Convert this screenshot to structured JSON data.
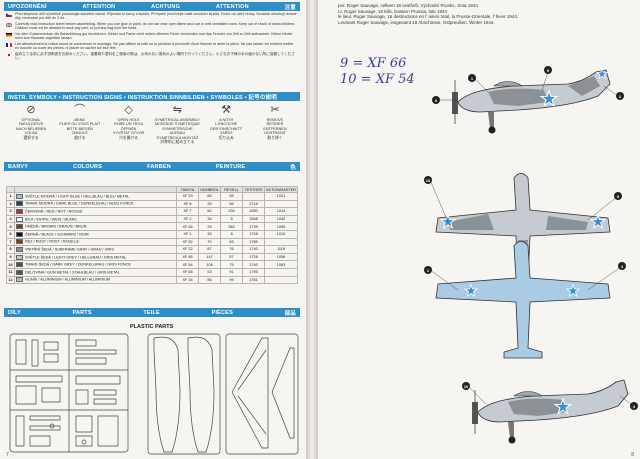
{
  "left": {
    "band_warning": [
      "UPOZORNĚNÍ",
      "ATTENTION",
      "ACHTUNG",
      "ATTENTION",
      "注意"
    ],
    "warnings": [
      {
        "text": "Před slepením dílů si pečlivě prostudujte stavební návod. Připravte si barvy a lepidla. Při lepení používejte malé množství lepidla. Pozor na ostré hrany. Součásti obsahují drobné díly, nevhodné pro děti do 3 let.",
        "colors": [
          "#ffffff",
          "#d7141a",
          "#11457e"
        ]
      },
      {
        "text": "Carefully read instruction sheet before assembling. When you use glue or paint, do not use near open flame and use in well ventilated room. Keep out of reach of small children. Children must not be allowed to suck any part, or pull any bag over the head.",
        "colors": [
          "#012169",
          "#c8102e",
          "#ffffff"
        ]
      },
      {
        "text": "Vor dem Zusammenbau die Bauanleitung gut durchlesen. Kleber und Farbe nicht neben offenem Feuer verwenden und das Fenster von Zeit zu Zeit aufmachen. Kleine Kinder nicht zum Bausatz zugreifen lassen.",
        "colors": [
          "#000000",
          "#dd0000",
          "#ffce00"
        ]
      },
      {
        "text": "Lire attentivement la notice avant de commencer le montage. Ne pas utiliser la colle ou la peinture à proximité d'une flamme et aérer la pièce. Ne pas laisser les enfants mettre en bouche ou sucer les pièces, ni placer un sachet sur leur tête.",
        "colors": [
          "#002395",
          "#ffffff",
          "#ed2939"
        ]
      },
      {
        "text": "組み立てる前に必ず説明書をお読みください。接着剤や塗料をご使用の際は、火気のない換気のよい場所で行ってください。小さなお子様の手の届かない所に保管してください。",
        "colors": [
          "#ffffff",
          "#bc002d",
          "#ffffff"
        ]
      }
    ],
    "band_symbols": "INSTR. SYMBOLY • INSTRUCTION SIGNS • INSTRUKTION SINNBILDEN • SYMBOLES • 記号の説明",
    "symbols": [
      {
        "icon": "⊘",
        "label": "OPTIONAL\nFAKULTATIVE\nNACH BELIEBEN\nVOLBA\n選択する"
      },
      {
        "icon": "⌒",
        "label": "BEND\nPLIER OU VOUS PLAIT\nBITTE BIEGEN\nOHNOUT\n曲げる"
      },
      {
        "icon": "◇",
        "label": "OPEN HOLE\nFAIRE UN TROU\nÖFFNEN\nVYVRTAT OTVOR\n穴を開ける"
      },
      {
        "icon": "⇋",
        "label": "SYMETRICAL ASSEMBLY\nMONTAGE SYMÉTRIQUE\nSYMMETRISCHE AUFBAU\nSYMETRICKÁ MONTÁŽ\n対称的に組み立てる"
      },
      {
        "icon": "⚒",
        "label": "A NOTH\nL'ENCOCHE\nDER EINSCHNITT\nZÁŘEZ\n切り込み"
      },
      {
        "icon": "✂",
        "label": "REMOVE\nRETIRER\nENTFERNEN\nODSTRANIT\n取り除く"
      }
    ],
    "band_colors": [
      "BARVY",
      "COLOURS",
      "FARBEN",
      "PEINTURE",
      "色"
    ],
    "color_headers": [
      "TAMIYA",
      "HUMBROL",
      "REVELL",
      "TESTORS",
      "AKTIONMASTER"
    ],
    "colors": [
      {
        "num": "1",
        "name": "SVĚTLE MODRÁ / LIGHT BLUE / HELLBLAU / BLEU METAL",
        "swatch": "#9fc3de",
        "tamiya": "XF 23",
        "humbrol": "65",
        "revell": "55",
        "testors": "",
        "akt": "1021"
      },
      {
        "num": "2",
        "name": "TMAVÉ MODRÁ / DARK BLUE / DUNKELBLAU / BLEU FONCE",
        "swatch": "#21406e",
        "tamiya": "XF 8",
        "humbrol": "25",
        "revell": "56",
        "testors": "2716",
        "akt": ""
      },
      {
        "num": "3",
        "name": "ČERVENÁ / RED / ROT / ROUGE",
        "swatch": "#c92a2a",
        "tamiya": "XF 7",
        "humbrol": "60",
        "revell": "330",
        "testors": "1550",
        "akt": "1014"
      },
      {
        "num": "4",
        "name": "BÍLÁ / WHITE / WEIß / BLANC",
        "swatch": "#ffffff",
        "tamiya": "XF 2",
        "humbrol": "34",
        "revell": "5",
        "testors": "1568",
        "akt": "1042"
      },
      {
        "num": "5",
        "name": "HNĚDÁ / BROWN / BRAUN / BRUN",
        "swatch": "#6b4a2b",
        "tamiya": "XF 64",
        "humbrol": "29",
        "revell": "382",
        "testors": "1739",
        "akt": "1059"
      },
      {
        "num": "6",
        "name": "ČERNÁ / BLACK / SCHWARZ / NOIR",
        "swatch": "#111111",
        "tamiya": "XF 1",
        "humbrol": "33",
        "revell": "8",
        "testors": "1728",
        "akt": "1010"
      },
      {
        "num": "7",
        "name": "REZ / RUST / ROST / ROUILLE",
        "swatch": "#8a3e1c",
        "tamiya": "XF 52",
        "humbrol": "70",
        "revell": "83",
        "testors": "1785",
        "akt": ""
      },
      {
        "num": "8",
        "name": "VNITŘNÍ ŠEDÁ / SUBFRAME GRAY / GRAU / GRIS",
        "swatch": "#8e8f8b",
        "tamiya": "XF 22",
        "humbrol": "87",
        "revell": "76",
        "testors": "1740",
        "akt": "1119"
      },
      {
        "num": "9",
        "name": "SVĚTLE ŠEDÁ / LIGHT GREY / HELLGRAU / GRIS METAL",
        "swatch": "#c2c4c2",
        "tamiya": "XF 66",
        "humbrol": "147",
        "revell": "57",
        "testors": "1728",
        "akt": "1056"
      },
      {
        "num": "10",
        "name": "TMAVÉ ŠEDÁ / DARK GREY / DUNKELGRAU / GRIS FONCE",
        "swatch": "#4f5356",
        "tamiya": "XF 54",
        "humbrol": "106",
        "revell": "75",
        "testors": "1740",
        "akt": "1063"
      },
      {
        "num": "11",
        "name": "DELOVINA / GUN METAL / STAHLBLAU / GRIS METAL",
        "swatch": "#52575d",
        "tamiya": "XF 56",
        "humbrol": "53",
        "revell": "91",
        "testors": "1795",
        "akt": ""
      },
      {
        "num": "12",
        "name": "HLINÍK / ALUMINIUM / ALUMINIUM / ALUMINIUM",
        "swatch": "#b9bcbf",
        "tamiya": "XF 16",
        "humbrol": "56",
        "revell": "99",
        "testors": "1781",
        "akt": ""
      }
    ],
    "band_parts": [
      "DÍLY",
      "PARTS",
      "TEILE",
      "PIÈCES",
      "部品"
    ],
    "parts_title": "PLASTIC PARTS"
  },
  "right": {
    "captions": [
      "por. Roger Sauvage, celkem 18 sestřelů, Východní Prusko, zima 1944",
      "Lt. Roger Sauvage, 18 kills, Eastern Prussia, late 1944",
      "le lieut. Roger Sauvage, 16 destructions en l' ainen total, la Prusse-Orientale, l' hiver 1944.",
      "Leutnant Roger Sauvage, insgesamt 18 Abschüsse, Ostpreußen, Winter 1944."
    ],
    "handwriting": [
      "9 = XF 66",
      "10 = XF 54"
    ],
    "page_number": "8",
    "left_page_number": "7"
  },
  "theme": {
    "band_blue": "#2e8fc7",
    "camo_light": "#c5cbd0",
    "camo_dark": "#8c9196",
    "underside": "#a9cbe4",
    "star_blue": "#3b8fd8"
  }
}
